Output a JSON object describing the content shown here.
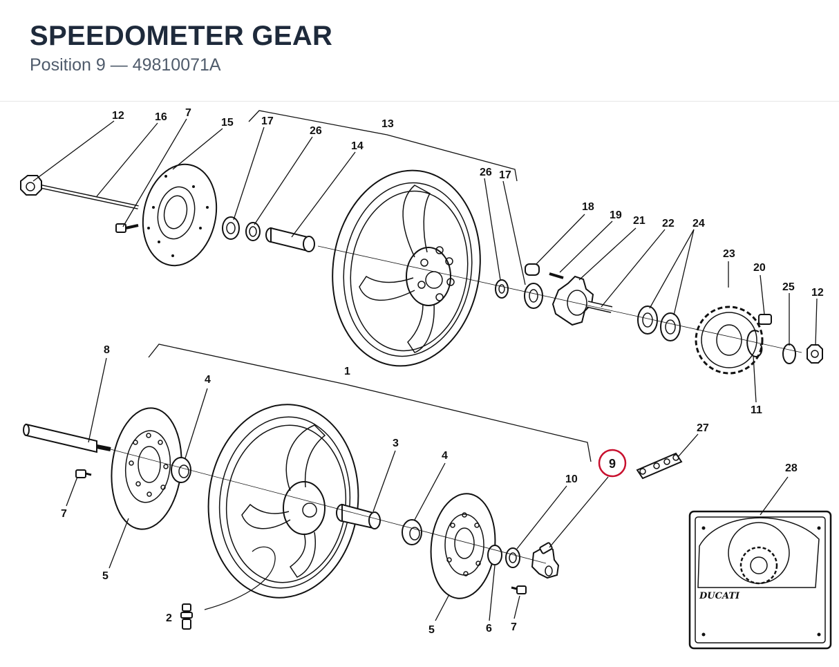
{
  "header": {
    "title": "SPEEDOMETER GEAR",
    "subtitle": "Position 9 — 49810071A"
  },
  "highlight": {
    "callout": "9",
    "color": "#c8102e"
  },
  "callouts": {
    "c12a": "12",
    "c16": "16",
    "c7a": "7",
    "c15": "15",
    "c17a": "17",
    "c26a": "26",
    "c13": "13",
    "c14": "14",
    "c26b": "26",
    "c17b": "17",
    "c18": "18",
    "c19": "19",
    "c21": "21",
    "c22": "22",
    "c24": "24",
    "c23": "23",
    "c20": "20",
    "c25": "25",
    "c12b": "12",
    "c11": "11",
    "c8": "8",
    "c4a": "4",
    "c1": "1",
    "c3": "3",
    "c4b": "4",
    "c27": "27",
    "c10": "10",
    "c28": "28",
    "c7b": "7",
    "c5a": "5",
    "c2": "2",
    "c5b": "5",
    "c6": "6",
    "c7c": "7"
  },
  "logo_text": "DUCATI"
}
